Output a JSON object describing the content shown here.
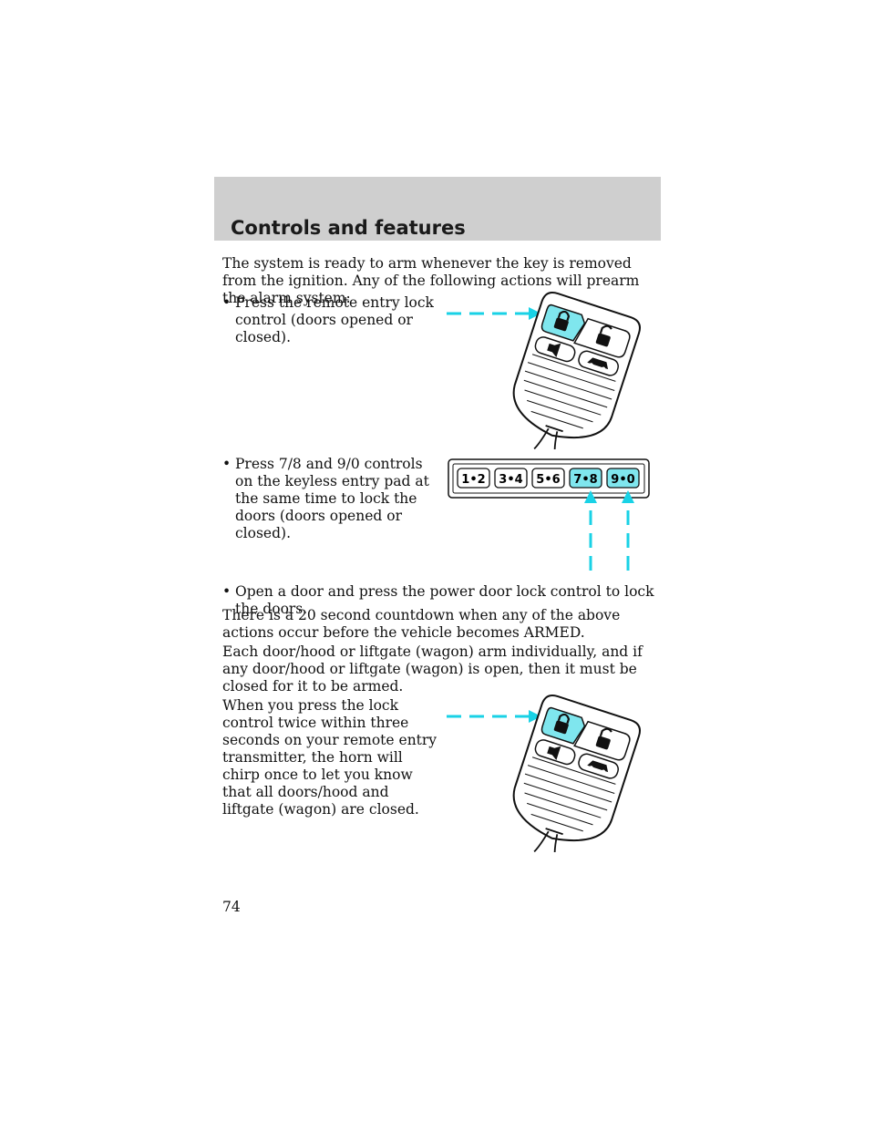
{
  "header": {
    "title": "Controls and features"
  },
  "intro": "The system is ready to arm whenever the key is removed from the ignition. Any of the following actions will prearm the alarm system:",
  "bullets": [
    {
      "symbol": "•",
      "text": "Press the remote entry lock control (doors opened or closed)."
    },
    {
      "symbol": "•",
      "text": "Press 7/8 and 9/0 controls on the keyless entry pad at the same time to lock the doors (doors opened or closed)."
    },
    {
      "symbol": "•",
      "text": "Open a door and press the power door lock control to lock the doors."
    }
  ],
  "para_countdown": "There is a 20 second countdown when any of the above actions occur before the vehicle becomes ARMED.",
  "para_arm": "Each door/hood or liftgate (wagon) arm individually, and if any door/hood or liftgate (wagon) is open, then it must be closed for it to be armed.",
  "para_chirp": "When you press the lock control twice within three seconds on your remote entry transmitter, the horn will chirp once to let you know that all doors/hood and liftgate (wagon) are closed.",
  "keypad": {
    "keys": [
      "1•2",
      "3•4",
      "5•6",
      "7•8",
      "9•0"
    ],
    "highlighted_keys": [
      "7•8",
      "9•0"
    ]
  },
  "colors": {
    "header_band": "#cfcfcf",
    "highlight": "#7fe6ee",
    "callout": "#19d2e6"
  },
  "icons": [
    "lock-icon",
    "unlock-icon",
    "panic-horn-icon",
    "trunk-car-icon",
    "callout-arrow-icon"
  ],
  "page_number": "74"
}
